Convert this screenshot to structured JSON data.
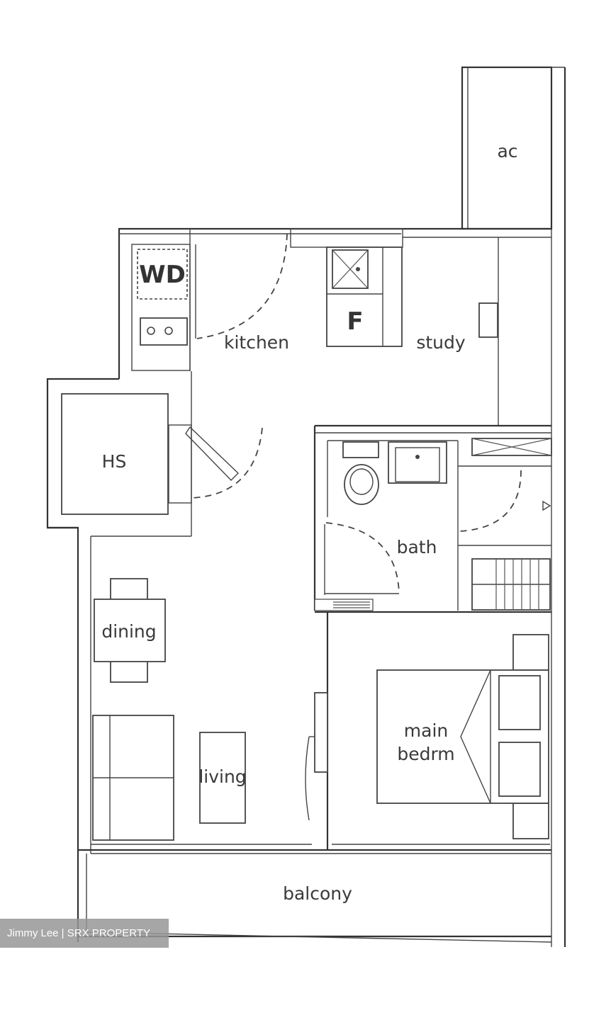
{
  "plan": {
    "rooms": {
      "ac": "ac",
      "kitchen": "kitchen",
      "study": "study",
      "hs": "HS",
      "bath": "bath",
      "dining": "dining",
      "living": "living",
      "main_bedroom_line1": "main",
      "main_bedroom_line2": "bedrm",
      "balcony": "balcony"
    },
    "fixtures": {
      "washer_dryer": "WD",
      "fridge": "F"
    }
  },
  "watermark": {
    "text": "Jimmy Lee | SRX PROPERTY"
  }
}
